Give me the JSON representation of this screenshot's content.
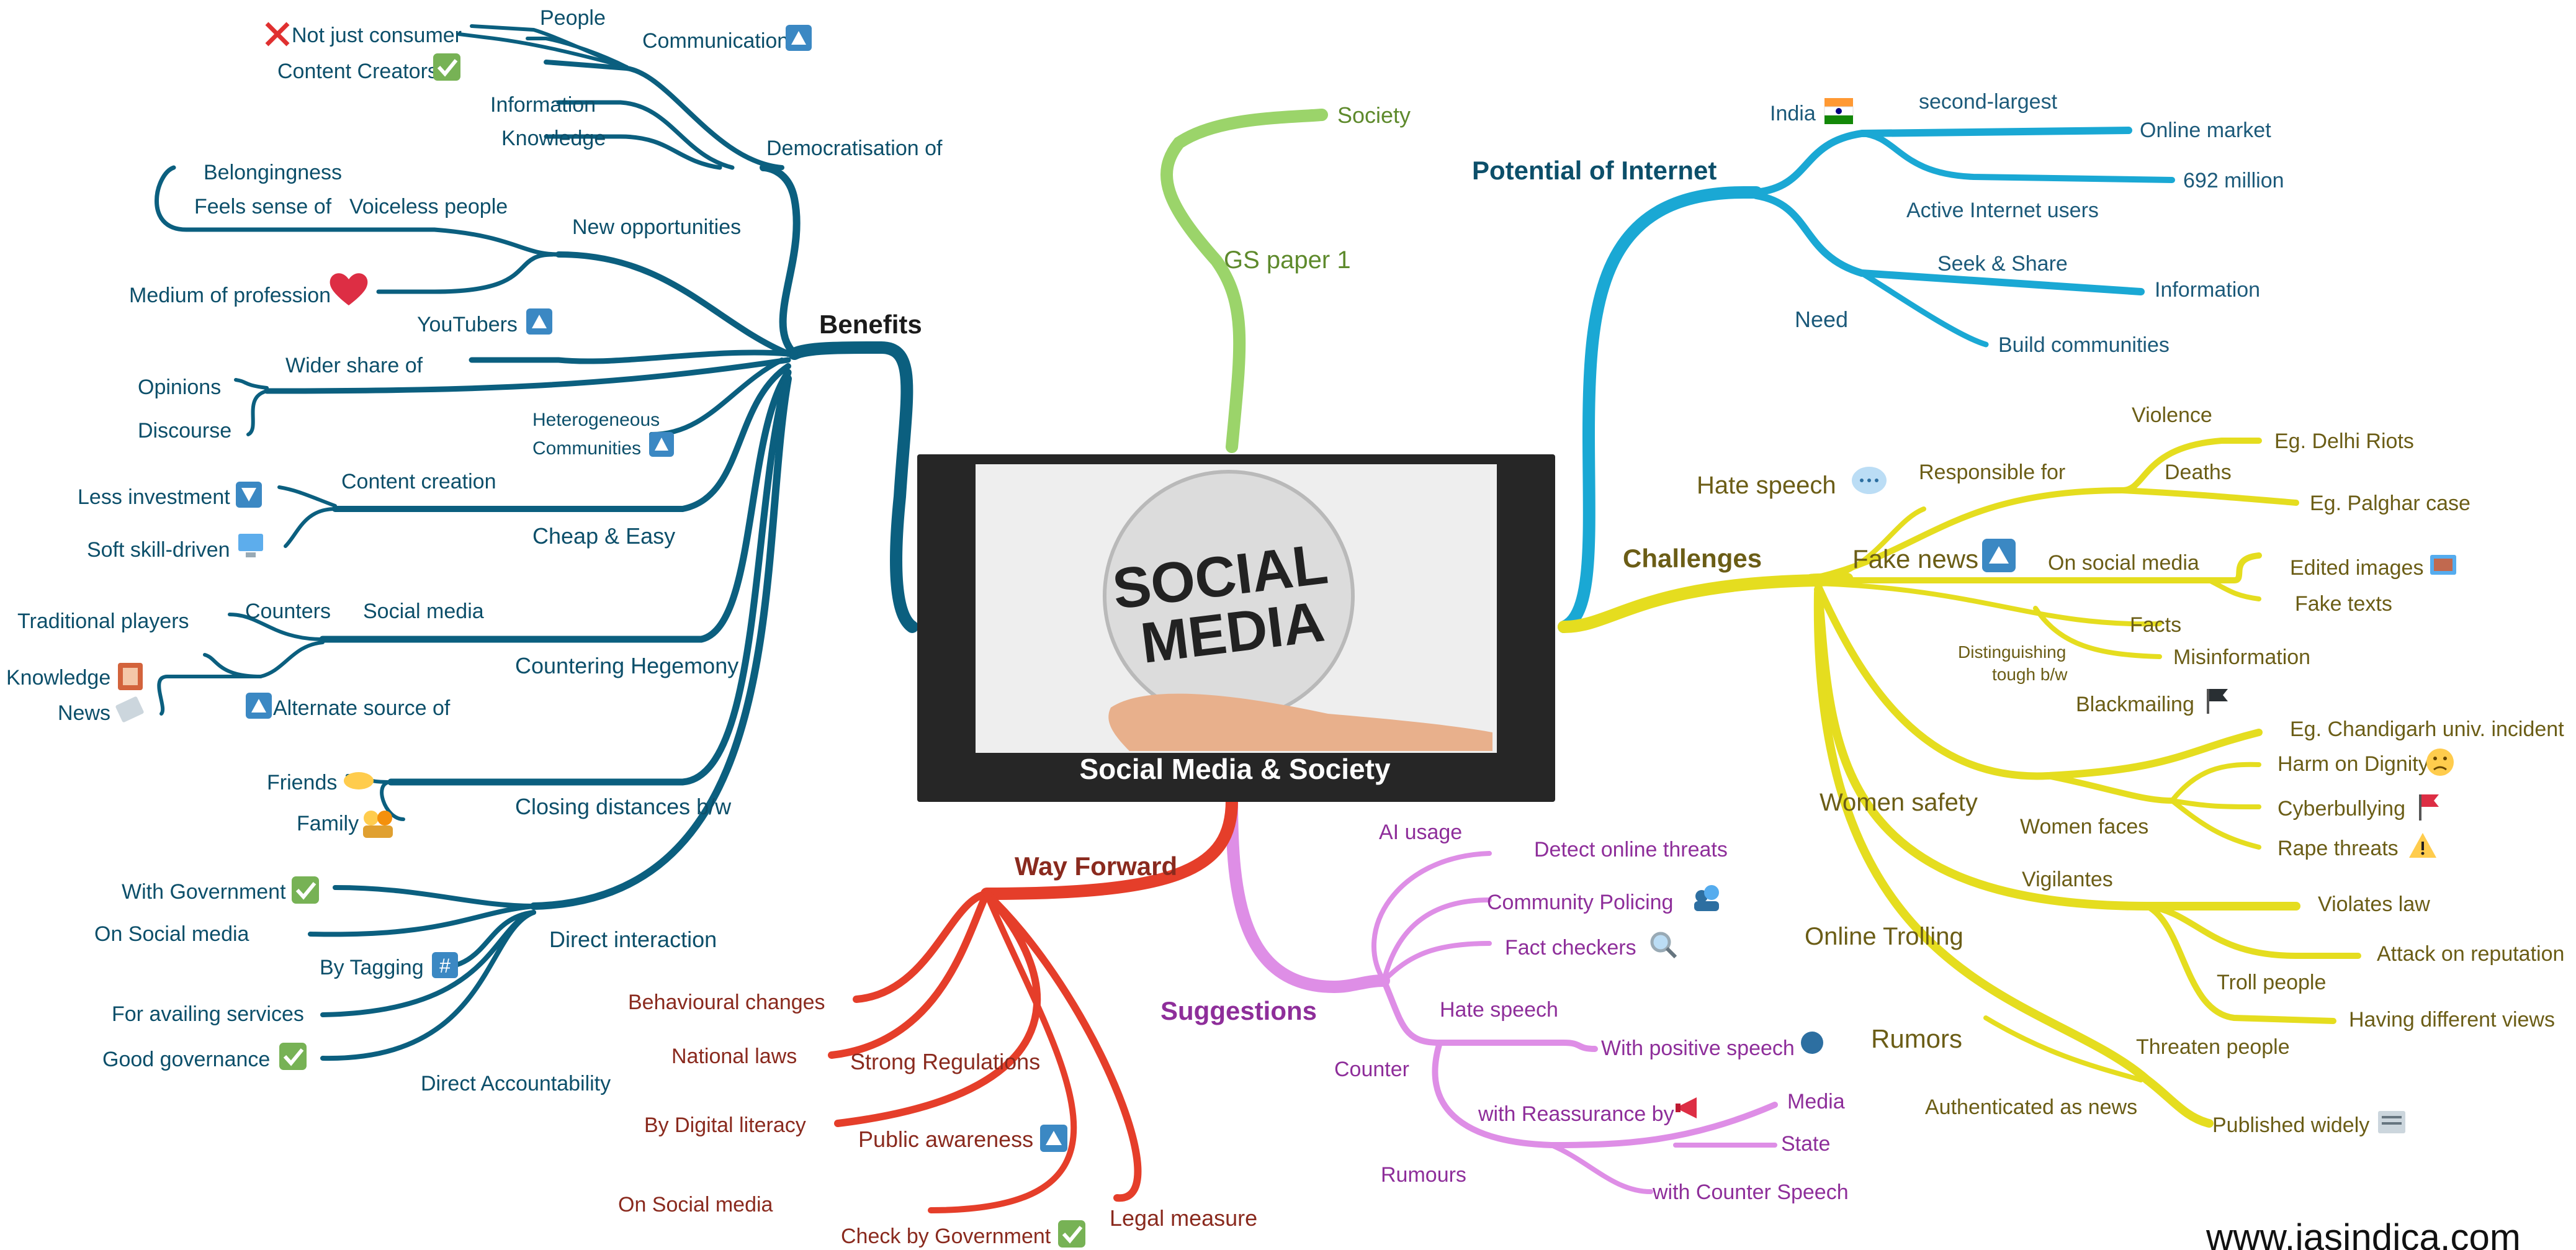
{
  "center": {
    "title": "Social Media & Society",
    "image_text_1": "SOCIAL",
    "image_text_2": "MEDIA"
  },
  "colors": {
    "benefits": "#0b5f7f",
    "internet": "#1aa8d4",
    "challenges": "#e5dd1f",
    "suggestions": "#de8ee6",
    "way_forward": "#e53e2a",
    "gs": "#9bd46a"
  },
  "gs": {
    "paper": "GS paper 1",
    "society": "Society"
  },
  "benefits": {
    "title": "Benefits",
    "democratisation": "Democratisation of",
    "people": "People",
    "not_consumer": "Not just consumer",
    "content_creators": "Content Creators",
    "communication": "Communication",
    "information": "Information",
    "knowledge": "Knowledge",
    "new_opportunities": "New opportunities",
    "belongingness": "Belongingness",
    "feels_sense": "Feels sense of",
    "voiceless": "Voiceless people",
    "medium_profession": "Medium of profession",
    "youtubers": "YouTubers",
    "wider_share": "Wider share of",
    "opinions": "Opinions",
    "discourse": "Discourse",
    "heterogeneous": "Heterogeneous",
    "communities": "Communities",
    "content_creation": "Content creation",
    "less_investment": "Less investment",
    "soft_skill": "Soft skill-driven",
    "cheap_easy": "Cheap & Easy",
    "counters": "Counters",
    "social_media": "Social media",
    "traditional": "Traditional players",
    "countering_hegemony": "Countering Hegemony",
    "knowledge2": "Knowledge",
    "news": "News",
    "alternate_source": "Alternate source of",
    "friends": "Friends",
    "family": "Family",
    "closing_distances": "Closing distances b/w",
    "with_government": "With Government",
    "on_social_media": "On Social media",
    "by_tagging": "By Tagging",
    "direct_interaction": "Direct interaction",
    "availing_services": "For availing services",
    "good_governance": "Good governance",
    "direct_accountability": "Direct Accountability"
  },
  "internet": {
    "title": "Potential of Internet",
    "india": "India",
    "second_largest": "second-largest",
    "online_market": "Online market",
    "million": "692 million",
    "active_users": "Active Internet users",
    "need": "Need",
    "seek_share": "Seek & Share",
    "information": "Information",
    "build_communities": "Build communities"
  },
  "challenges": {
    "title": "Challenges",
    "hate_speech": "Hate speech",
    "responsible_for": "Responsible for",
    "violence": "Violence",
    "delhi_riots": "Eg. Delhi Riots",
    "deaths": "Deaths",
    "palghar": "Eg. Palghar case",
    "fake_news": "Fake news",
    "on_social_media": "On social media",
    "edited_images": "Edited images",
    "fake_texts": "Fake texts",
    "facts": "Facts",
    "misinformation": "Misinformation",
    "distinguishing_1": "Distinguishing",
    "distinguishing_2": "tough b/w",
    "blackmailing": "Blackmailing",
    "women_safety": "Women safety",
    "women_faces": "Women faces",
    "chandigarh": "Eg. Chandigarh univ. incident",
    "harm_dignity": "Harm on Dignity",
    "cyberbullying": "Cyberbullying",
    "rape_threats": "Rape threats",
    "online_trolling": "Online Trolling",
    "vigilantes": "Vigilantes",
    "violates_law": "Violates law",
    "attack_reputation": "Attack on reputation",
    "troll_people": "Troll people",
    "different_views": "Having different views",
    "rumors": "Rumors",
    "threaten_people": "Threaten people",
    "authenticated": "Authenticated as news",
    "published_widely": "Published widely"
  },
  "suggestions": {
    "title": "Suggestions",
    "ai_usage": "AI usage",
    "detect_threats": "Detect online threats",
    "community_policing": "Community Policing",
    "fact_checkers": "Fact checkers",
    "counter": "Counter",
    "hate_speech": "Hate speech",
    "positive_speech": "With positive speech",
    "reassurance": "with Reassurance by",
    "media": "Media",
    "state": "State",
    "rumours": "Rumours",
    "counter_speech": "with Counter Speech"
  },
  "way_forward": {
    "title": "Way Forward",
    "behavioural": "Behavioural changes",
    "national_laws": "National laws",
    "strong_regulations": "Strong Regulations",
    "digital_literacy": "By Digital literacy",
    "public_awareness": "Public awareness",
    "on_social_media": "On Social media",
    "legal_measure": "Legal measure",
    "check_government": "Check by Government"
  },
  "watermark": "www.iasindica.com"
}
